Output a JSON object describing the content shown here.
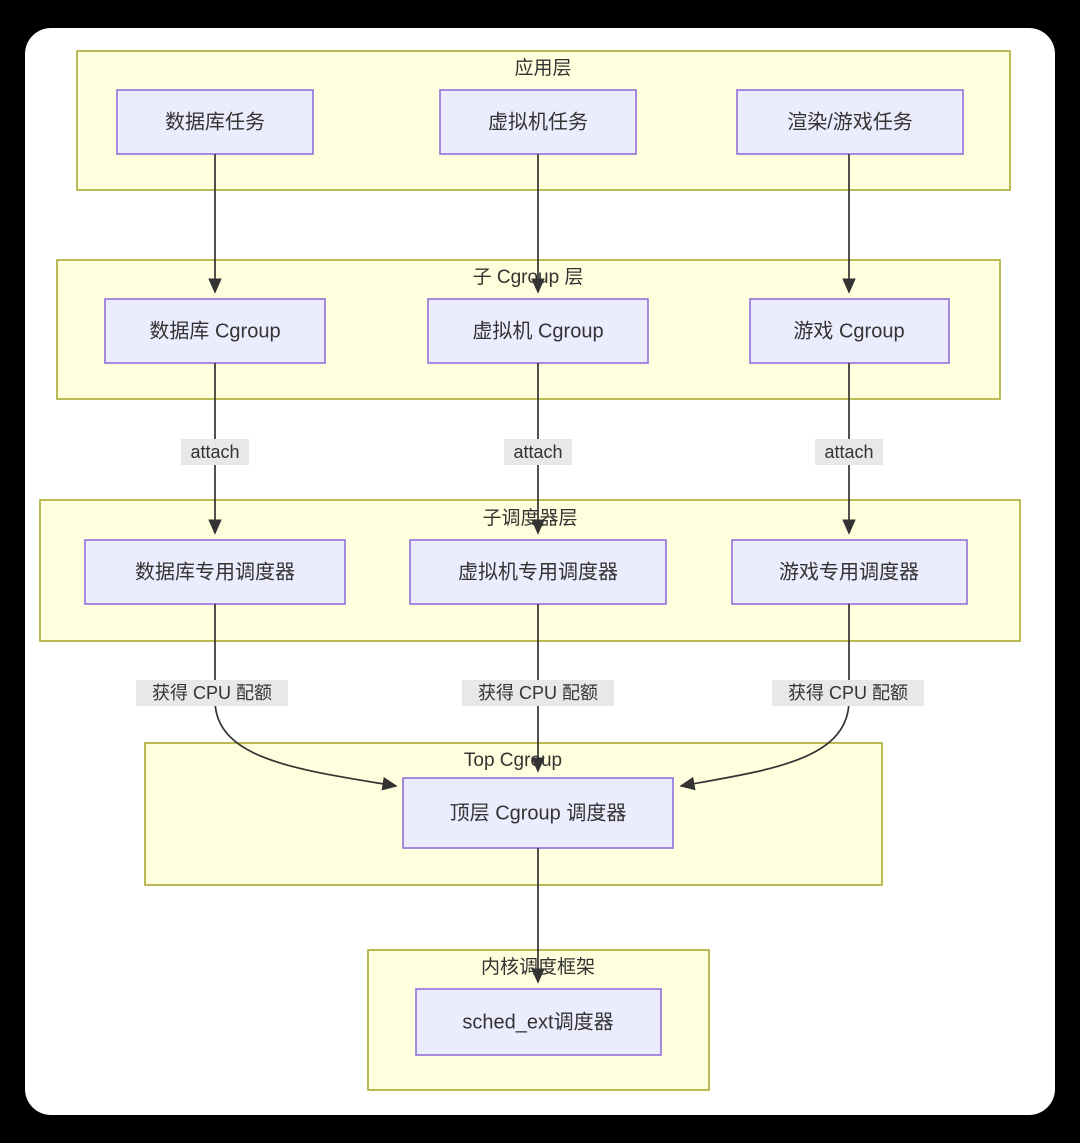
{
  "diagram": {
    "type": "flowchart",
    "direction": "top-down",
    "background_color": "#000000",
    "card_color": "#ffffff",
    "cluster_fill": "#ffffde",
    "cluster_stroke": "#aaaa33",
    "node_fill": "#ececff",
    "node_stroke": "#9370db",
    "edge_color": "#333333",
    "edge_label_bg": "#e8e8e8",
    "clusters": [
      {
        "id": "app-layer",
        "title": "应用层",
        "nodes": [
          {
            "id": "db-task",
            "label": "数据库任务"
          },
          {
            "id": "vm-task",
            "label": "虚拟机任务"
          },
          {
            "id": "game-task",
            "label": "渲染/游戏任务"
          }
        ]
      },
      {
        "id": "child-cgroup-layer",
        "title": "子 Cgroup 层",
        "nodes": [
          {
            "id": "db-cgroup",
            "label": "数据库 Cgroup"
          },
          {
            "id": "vm-cgroup",
            "label": "虚拟机 Cgroup"
          },
          {
            "id": "game-cgroup",
            "label": "游戏 Cgroup"
          }
        ]
      },
      {
        "id": "child-sched-layer",
        "title": "子调度器层",
        "nodes": [
          {
            "id": "db-sched",
            "label": "数据库专用调度器"
          },
          {
            "id": "vm-sched",
            "label": "虚拟机专用调度器"
          },
          {
            "id": "game-sched",
            "label": "游戏专用调度器"
          }
        ]
      },
      {
        "id": "top-cgroup-layer",
        "title": "Top Cgroup",
        "nodes": [
          {
            "id": "top-cgroup-sched",
            "label": "顶层 Cgroup 调度器"
          }
        ]
      },
      {
        "id": "kernel-layer",
        "title": "内核调度框架",
        "nodes": [
          {
            "id": "sched-ext",
            "label": "sched_ext调度器"
          }
        ]
      }
    ],
    "edge_labels": {
      "attach_left": "attach",
      "attach_middle": "attach",
      "attach_right": "attach",
      "quota_left": "获得 CPU 配额",
      "quota_middle": "获得 CPU 配额",
      "quota_right": "获得 CPU 配额"
    }
  }
}
